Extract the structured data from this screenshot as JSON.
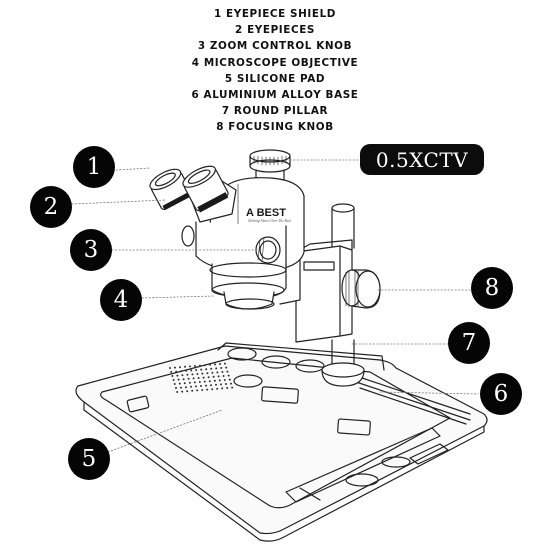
{
  "legend": [
    "1 EYEPIECE SHIELD",
    "2 EYEPIECES",
    "3 ZOOM CONTROL KNOB",
    "4 MICROSCOPE OBJECTIVE",
    "5 SILICONE PAD",
    "6 ALUMINIUM ALLOY BASE",
    "7 ROUND PILLAR",
    "8 FOCUSING KNOB"
  ],
  "badge": {
    "text": "0.5XCTV"
  },
  "callouts": [
    "1",
    "2",
    "3",
    "4",
    "5",
    "6",
    "7",
    "8"
  ],
  "brand": {
    "logo": "A BEST",
    "tagline": "Nothing Above Over The Best"
  },
  "colors": {
    "ink": "#111111",
    "badge_bg": "#0c0c0c",
    "callout_bg": "#050505"
  }
}
